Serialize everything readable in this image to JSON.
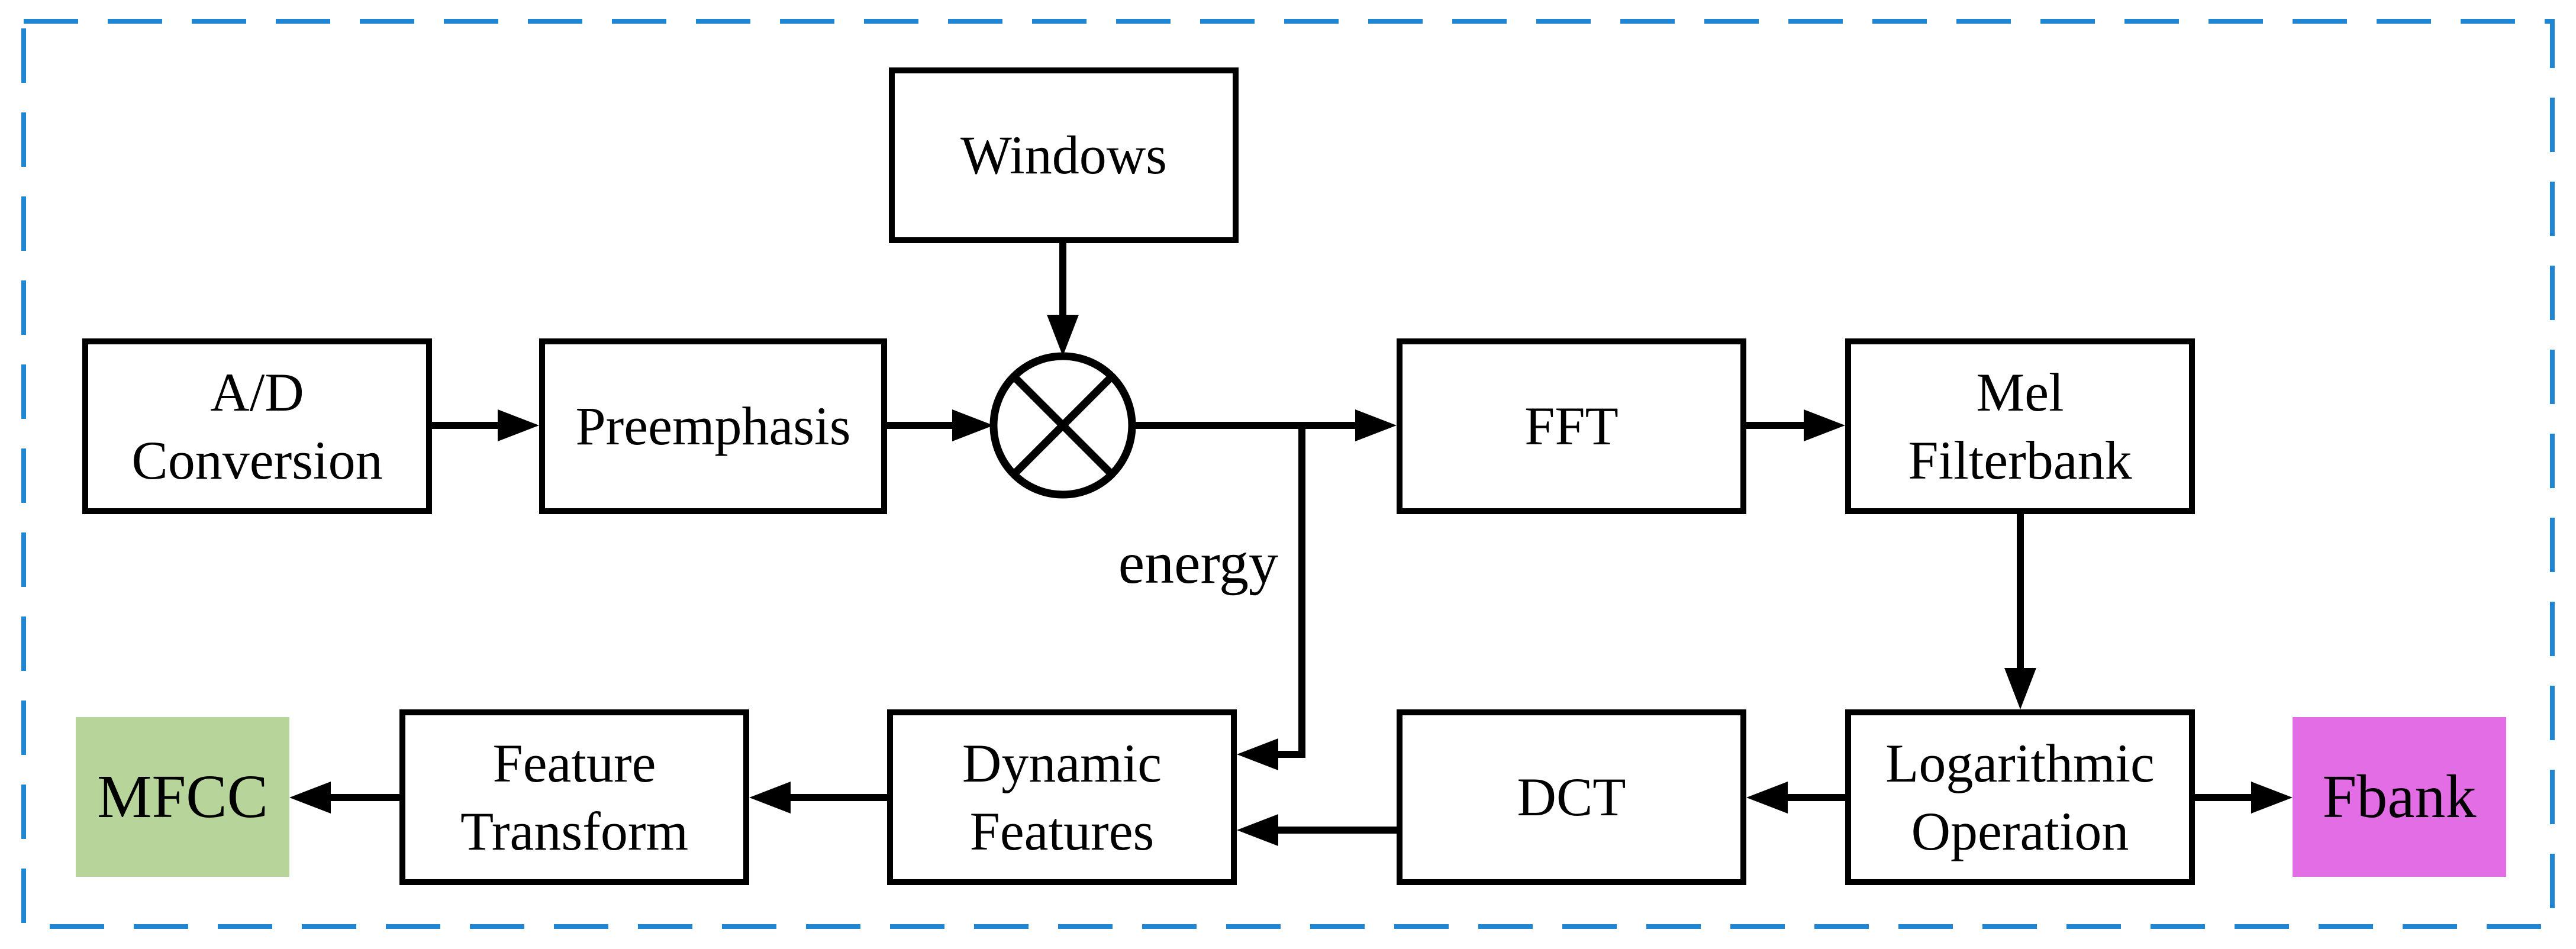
{
  "diagram": {
    "title": "MFCC and Fbank feature extraction flowchart",
    "colors": {
      "frame": "#1f86d4",
      "connector": "#000000",
      "mfcc_fill": "#b7d49a",
      "fbank_fill": "#e26de5"
    },
    "nodes": {
      "windows": {
        "label": "Windows"
      },
      "ad_conversion": {
        "label": "A/D\nConversion"
      },
      "preemphasis": {
        "label": "Preemphasis"
      },
      "fft": {
        "label": "FFT"
      },
      "mel_filterbank": {
        "label": "Mel\nFilterbank"
      },
      "feature_transform": {
        "label": "Feature\nTransform"
      },
      "dynamic_features": {
        "label": "Dynamic\nFeatures"
      },
      "dct": {
        "label": "DCT"
      },
      "logarithmic_operation": {
        "label": "Logarithmic\nOperation"
      },
      "mfcc": {
        "label": "MFCC"
      },
      "fbank": {
        "label": "Fbank"
      }
    },
    "annotations": {
      "energy_label": "energy"
    },
    "edges": [
      {
        "from": "ad_conversion",
        "to": "preemphasis"
      },
      {
        "from": "preemphasis",
        "to": "multiply-junction"
      },
      {
        "from": "windows",
        "to": "multiply-junction"
      },
      {
        "from": "multiply-junction",
        "to": "fft"
      },
      {
        "from": "multiply-junction",
        "to": "dynamic_features",
        "label": "energy"
      },
      {
        "from": "fft",
        "to": "mel_filterbank"
      },
      {
        "from": "mel_filterbank",
        "to": "logarithmic_operation"
      },
      {
        "from": "logarithmic_operation",
        "to": "dct"
      },
      {
        "from": "logarithmic_operation",
        "to": "fbank"
      },
      {
        "from": "dct",
        "to": "dynamic_features"
      },
      {
        "from": "dynamic_features",
        "to": "feature_transform"
      },
      {
        "from": "feature_transform",
        "to": "mfcc"
      }
    ]
  }
}
